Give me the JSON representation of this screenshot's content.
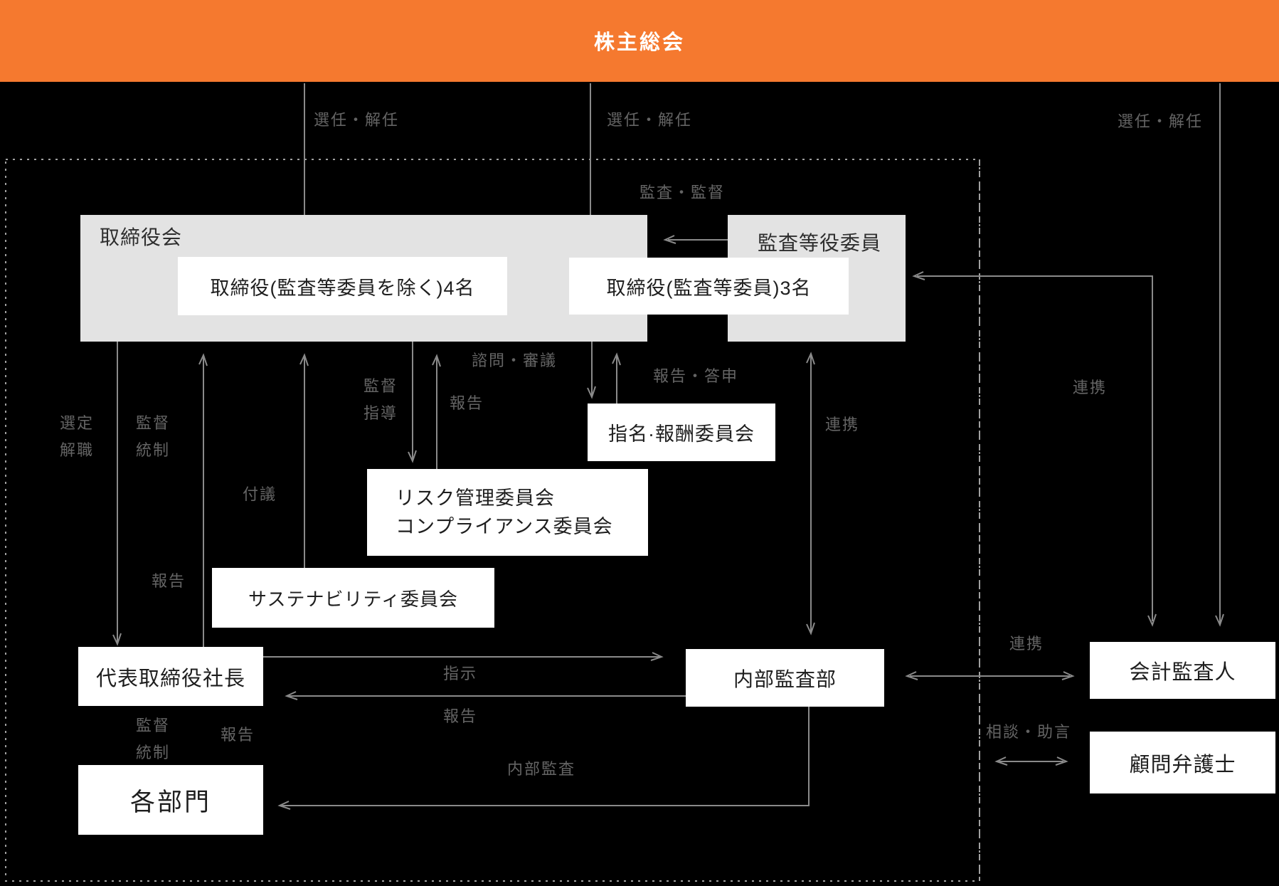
{
  "header": {
    "title": "株主総会"
  },
  "boxes": {
    "board": {
      "label": "取締役会",
      "inner": "取締役(監査等委員を除く)4名"
    },
    "audit_committee": {
      "label": "監査等役委員",
      "inner": "取締役(監査等委員)3名"
    },
    "nomination": {
      "label": "指名·報酬委員会"
    },
    "risk": {
      "label": "リスク管理委員会\nコンプライアンス委員会"
    },
    "sustainability": {
      "label": "サステナビリティ委員会"
    },
    "president": {
      "label": "代表取締役社長"
    },
    "departments": {
      "label": "各部門"
    },
    "internal_audit": {
      "label": "内部監査部"
    },
    "accounting_auditor": {
      "label": "会計監査人"
    },
    "legal_advisor": {
      "label": "顧問弁護士"
    }
  },
  "edge_labels": {
    "election_left": "選任・解任",
    "election_center": "選任・解任",
    "election_right": "選任・解任",
    "audit_supervise": "監査・監督",
    "appoint_dismiss": "選定\n解職",
    "supervise_control_upper": "監督\n統制",
    "report_president": "報告",
    "refer": "付議",
    "supervise_guide": "監督\n指導",
    "report_risk": "報告",
    "consult_deliberate": "諮問・審議",
    "report_reply": "報告・答申",
    "cooperation_mid": "連携",
    "cooperation_right": "連携",
    "instruction": "指示",
    "report_internal": "報告",
    "internal_audit_flow": "内部監査",
    "cooperation_accounting": "連携",
    "consult_advice": "相談・助言",
    "supervise_control_lower": "監督\n統制",
    "report_departments": "報告"
  },
  "colors": {
    "accent_orange": "#F5792F",
    "group_box_gray": "#E3E3E3",
    "line_gray": "#8A8A8A",
    "label_gray": "#646464",
    "background": "#000000"
  }
}
